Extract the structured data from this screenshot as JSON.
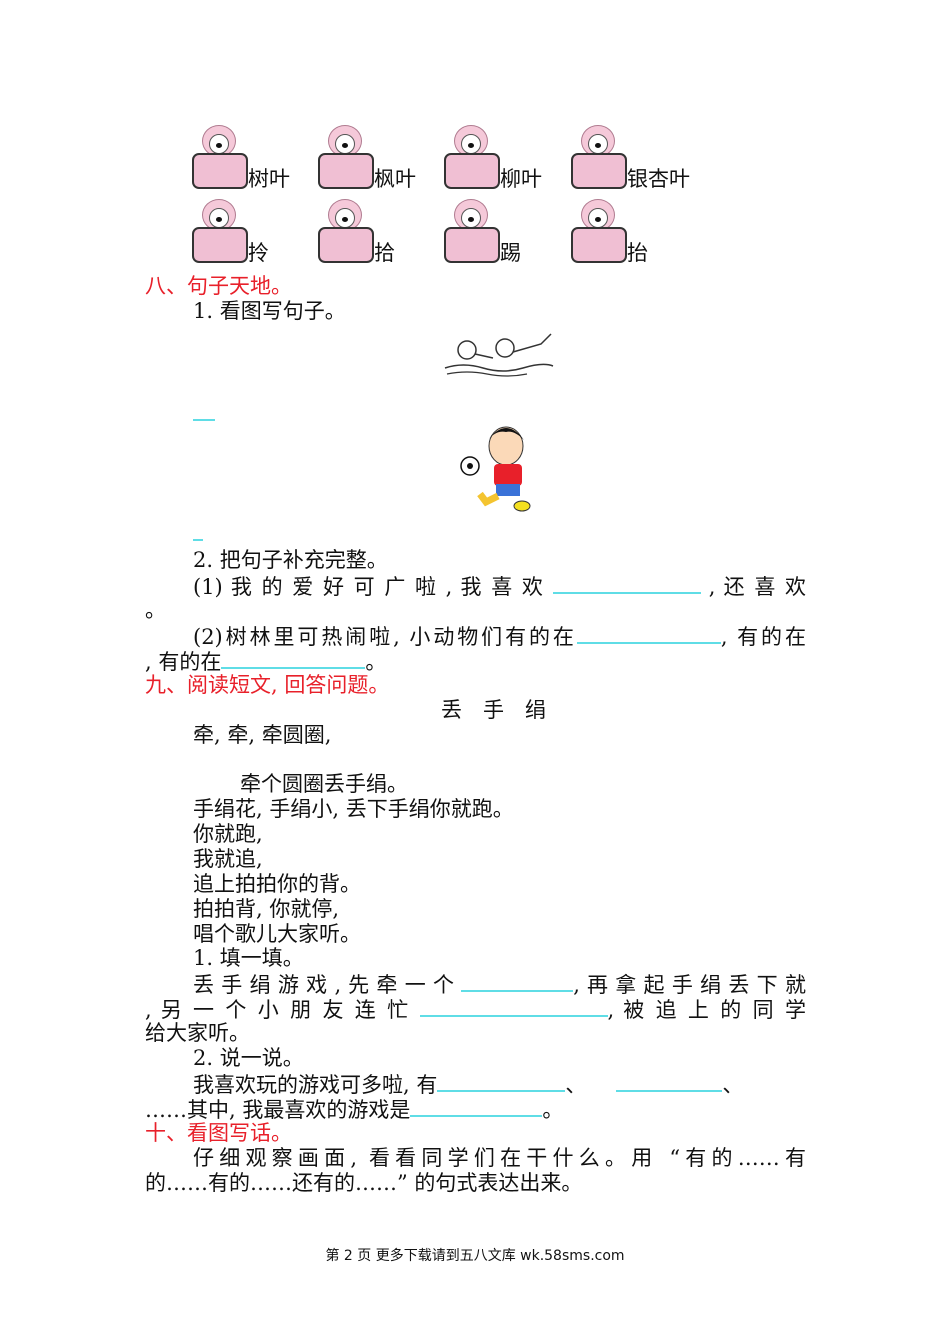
{
  "cards_row1": [
    "树叶",
    "枫叶",
    "柳叶",
    "银杏叶"
  ],
  "cards_row2": [
    "拎",
    "拾",
    "踢",
    "抬"
  ],
  "s8": {
    "title": "八、句子天地。",
    "q1": "1. 看图写句子。",
    "q2": "2. 把句子补充完整。",
    "q2_1a": "(1) 我 的 爱 好 可 广 啦 , 我 喜 欢",
    "q2_1b": ", 还 喜 欢",
    "q2_1c": "。",
    "q2_2a": "(2)树林里可热闹啦, 小动物们有的在",
    "q2_2b": ", 有的在",
    "q2_2c": ", 有的在",
    "q2_2d": "。"
  },
  "s9": {
    "title": "九、阅读短文, 回答问题。",
    "poem_title": "丢　手　绢",
    "poem": [
      "牵, 牵, 牵圆圈,",
      "牵个圆圈丢手绢。",
      "手绢花, 手绢小, 丢下手绢你就跑。",
      "你就跑,",
      "我就追,",
      "追上拍拍你的背。",
      "拍拍背, 你就停,",
      "唱个歌儿大家听。"
    ],
    "q1": "1. 填一填。",
    "q1a": "丢 手 绢 游 戏 , 先 牵 一 个",
    "q1b": ", 再 拿 起 手 绢 丢 下 就",
    "q1c": ", 另 一 个 小 朋 友 连 忙",
    "q1d": ", 被 追 上 的 同 学",
    "q1e": "给大家听。",
    "q2": "2. 说一说。",
    "q2a": "我喜欢玩的游戏可多啦, 有",
    "q2b": "、",
    "q2c": "、",
    "q2d": "……其中, 我最喜欢的游戏是",
    "q2e": "。"
  },
  "s10": {
    "title": "十、看图写话。",
    "line1": "仔细观察画面, 看看同学们在干什么。用 “有的……有",
    "line2": "的……有的……还有的……” 的句式表达出来。"
  },
  "footer": "第 2 页 更多下载请到五八文库 wk.58sms.com"
}
